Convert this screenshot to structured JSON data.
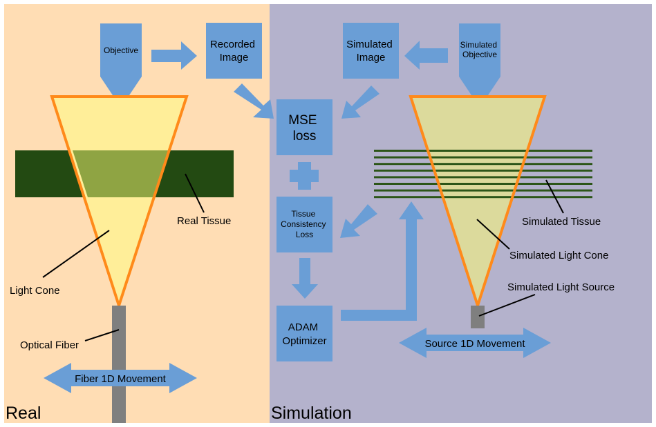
{
  "colors": {
    "real_bg": "#FFDDB4",
    "sim_bg": "#B4B2CC",
    "box_blue": "#6A9ED6",
    "cone_outline": "#FF8A1A",
    "cone_fill_real": "#FFEE99",
    "cone_fill_sim": "#DCDA9C",
    "tissue_real": "#234A12",
    "tissue_overlap": "#8FA443",
    "tissue_sim_line": "#2C5518",
    "fiber_gray": "#7F7F7F"
  },
  "panels": {
    "real": "Real",
    "simulation": "Simulation"
  },
  "boxes": {
    "objective": "Objective",
    "recorded_image": [
      "Recorded",
      "Image"
    ],
    "simulated_image": [
      "Simulated",
      "Image"
    ],
    "simulated_objective": [
      "Simulated",
      "Objective"
    ],
    "mse_loss": [
      "MSE",
      "loss"
    ],
    "tissue_consistency_loss": [
      "Tissue",
      "Consistency",
      "Loss"
    ],
    "adam_optimizer": [
      "ADAM",
      "Optimizer"
    ]
  },
  "labels": {
    "real_tissue": "Real Tissue",
    "light_cone": "Light Cone",
    "optical_fiber": "Optical Fiber",
    "fiber_movement": "Fiber 1D Movement",
    "simulated_tissue": "Simulated Tissue",
    "simulated_light_cone": "Simulated Light Cone",
    "simulated_light_source": "Simulated Light Source",
    "source_movement": "Source 1D Movement"
  }
}
